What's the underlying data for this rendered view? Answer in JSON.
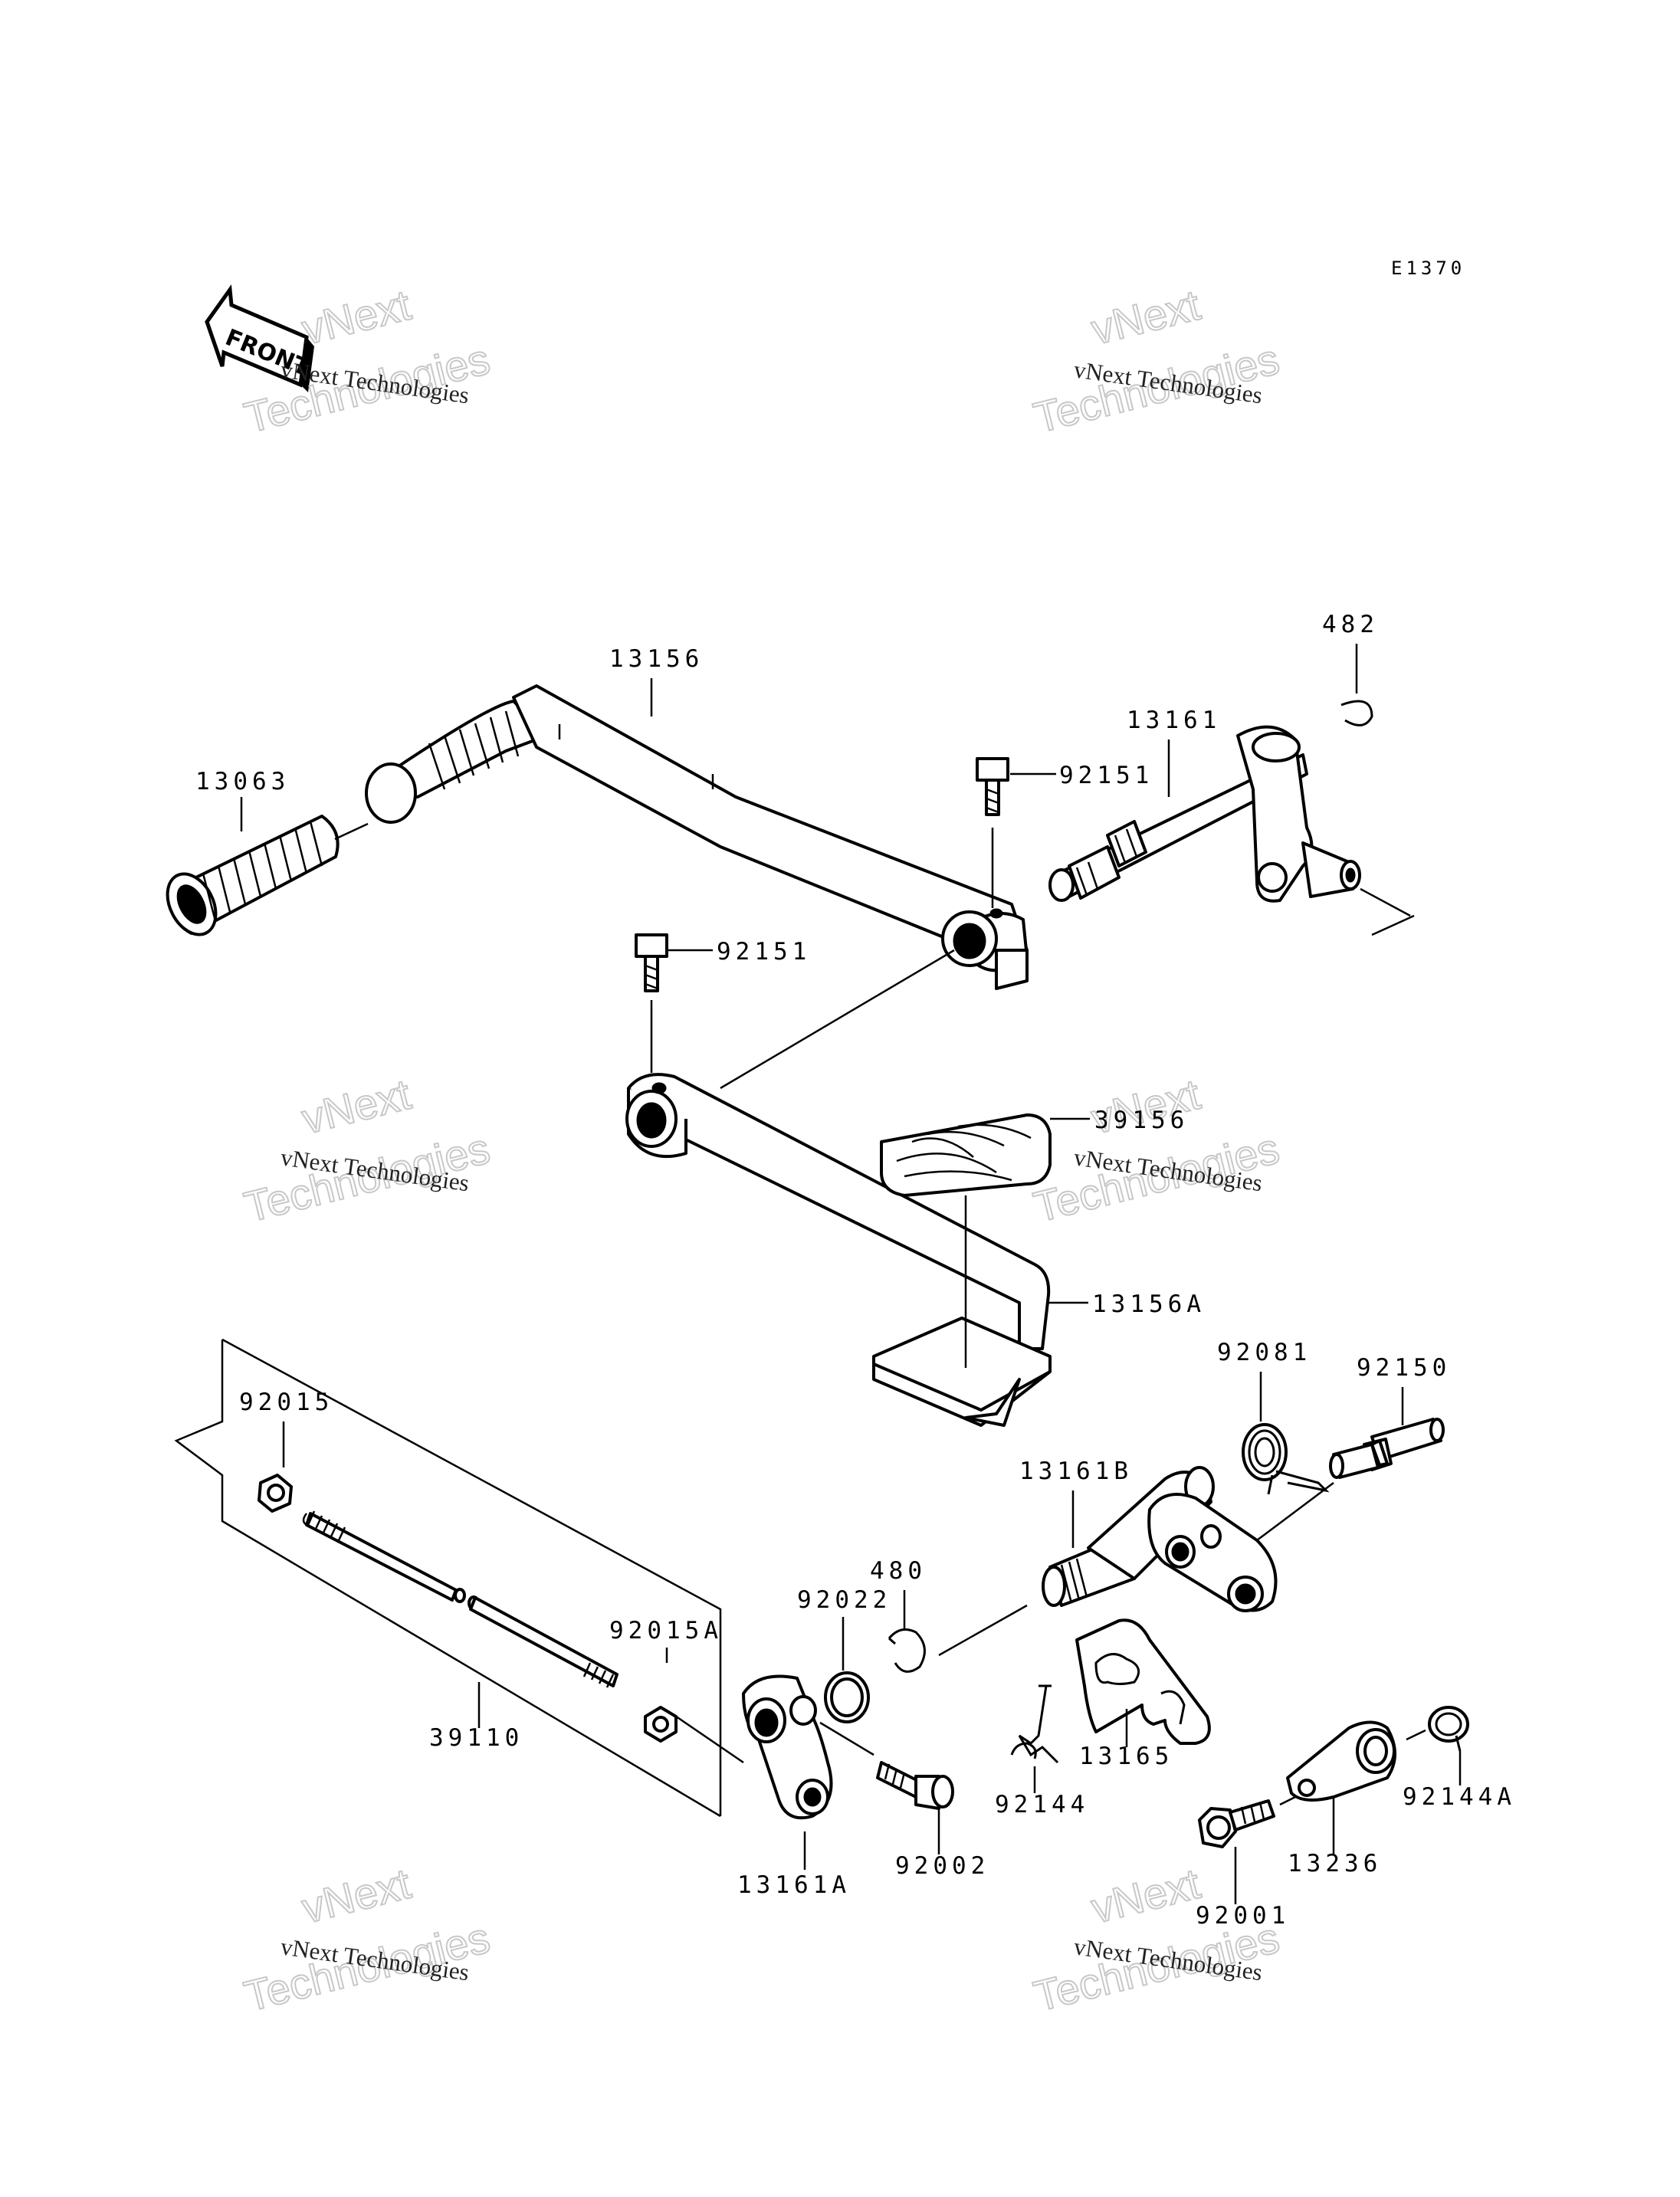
{
  "diagram_code": "E1370",
  "front_marker": "FRONT",
  "watermark": {
    "line1": "vNext",
    "line2": "Technologies",
    "caption": "vNext Technologies"
  },
  "part_labels": {
    "p13156": "13156",
    "p13063": "13063",
    "p482": "482",
    "p13161": "13161",
    "p92151_upper": "92151",
    "p92151_lower": "92151",
    "p39156": "39156",
    "p13156A": "13156A",
    "p92081": "92081",
    "p92150": "92150",
    "p92015": "92015",
    "p13161B": "13161B",
    "p480": "480",
    "p92022": "92022",
    "p92015A": "92015A",
    "p39110": "39110",
    "p13165": "13165",
    "p92144A": "92144A",
    "p92144": "92144",
    "p13236": "13236",
    "p92002": "92002",
    "p13161A": "13161A",
    "p92001": "92001"
  }
}
